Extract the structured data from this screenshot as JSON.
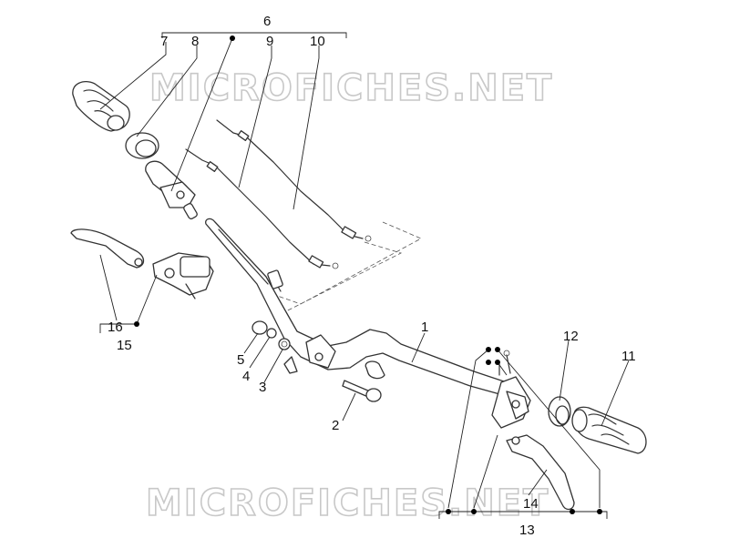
{
  "watermark": "MICROFICHES.NET",
  "callouts": {
    "c1": "1",
    "c2": "2",
    "c3": "3",
    "c4": "4",
    "c5": "5",
    "c6": "6",
    "c7": "7",
    "c8": "8",
    "c9": "9",
    "c10": "10",
    "c11": "11",
    "c12": "12",
    "c13": "13",
    "c14": "14",
    "c15": "15",
    "c16": "16"
  },
  "colors": {
    "ink": "#222222",
    "watermark": "#c8c8c8",
    "background": "#ffffff"
  }
}
